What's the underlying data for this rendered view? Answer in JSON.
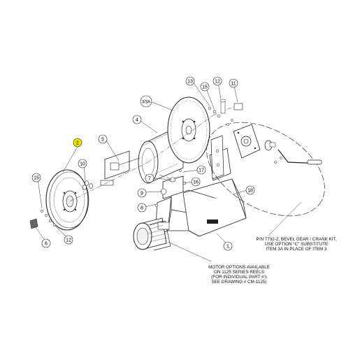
{
  "callouts": {
    "c1": "1",
    "c2": "2",
    "c3": "3/3A",
    "c4": "4",
    "c5": "5",
    "c6": "6",
    "c7": "7",
    "c8": "8",
    "c9": "9",
    "c10": "10",
    "c11": "11",
    "c12a": "12",
    "c12b": "12",
    "c13": "13",
    "c15a": "15",
    "c15b": "15",
    "c16": "16",
    "c17": "17",
    "c18": "18"
  },
  "highlight_color": "#f2e600",
  "notes": {
    "gear_kit": [
      "P/N 7732-2, BEVEL GEAR / CRANK KIT,",
      "USE OPTION \"C\"  SUBSTITUTE",
      "ITEM 3A IN PLACE OF ITEM 3"
    ],
    "motor": [
      "MOTOR OPTIONS AVAILABLE",
      "ON 1125 SERIES REELS",
      "(FOR INDIVIDUAL PART #'s",
      "SEE DRAWING # CM-1125)"
    ]
  }
}
